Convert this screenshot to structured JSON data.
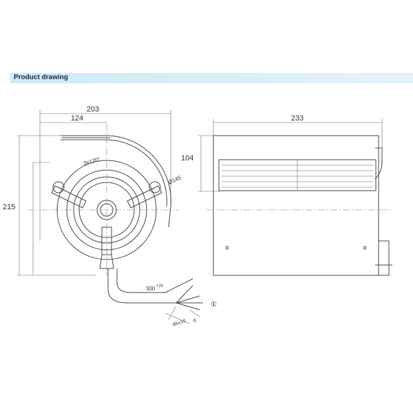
{
  "header": {
    "title": "Product drawing"
  },
  "front_view": {
    "width": "203",
    "offset": "124",
    "height": "215",
    "angle": "3x120°",
    "diameter": "Ø145",
    "cable_length": "300",
    "cable_length_tol": "+20",
    "strip_length": "85±10",
    "strip_end": "6",
    "note_marker": "①"
  },
  "side_view": {
    "length": "233",
    "offset": "104"
  },
  "colors": {
    "banner": "#cfe9f7"
  }
}
